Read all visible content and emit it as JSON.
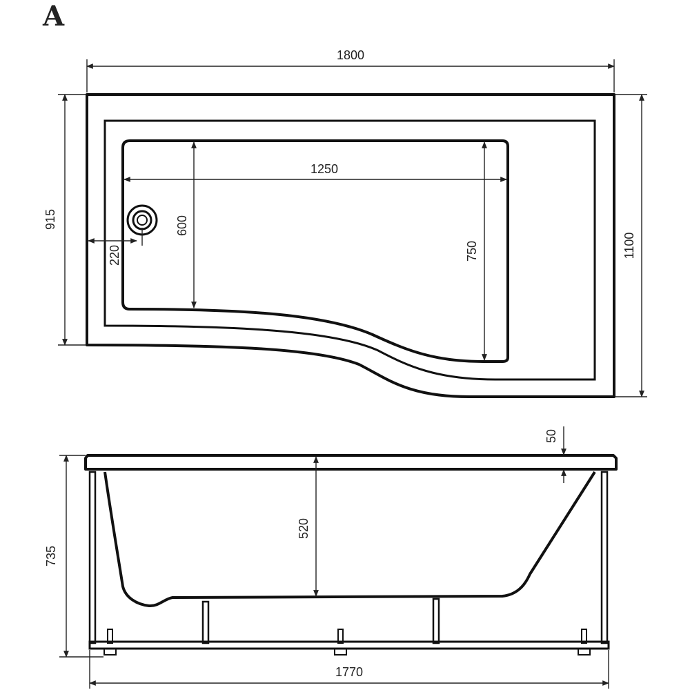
{
  "figure_label": "A",
  "top_view": {
    "dimensions": {
      "overall_length": "1800",
      "overall_width": "1100",
      "short_side_width": "915",
      "inner_length": "1250",
      "inner_width_left": "600",
      "inner_width_right": "750",
      "drain_offset": "220"
    }
  },
  "side_view": {
    "dimensions": {
      "overall_height": "735",
      "inner_depth": "520",
      "rim_thickness": "50",
      "frame_length": "1770"
    }
  }
}
